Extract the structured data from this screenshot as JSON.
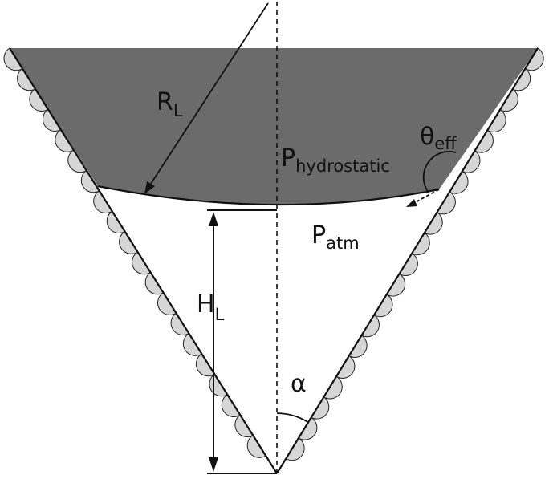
{
  "labels": {
    "radius": {
      "main": "R",
      "sub": "L"
    },
    "height": {
      "main": "H",
      "sub": "L"
    },
    "pressure_liquid": {
      "main": "P",
      "sub": "hydrostatic"
    },
    "pressure_air": {
      "main": "P",
      "sub": "atm"
    },
    "contact_angle": {
      "main": "θ",
      "sub": "eff"
    },
    "half_angle": "α"
  },
  "colors": {
    "liquid": "#6b6b6b",
    "bumps": "#d6d6d6",
    "lines": "#111111",
    "background": "#ffffff"
  }
}
